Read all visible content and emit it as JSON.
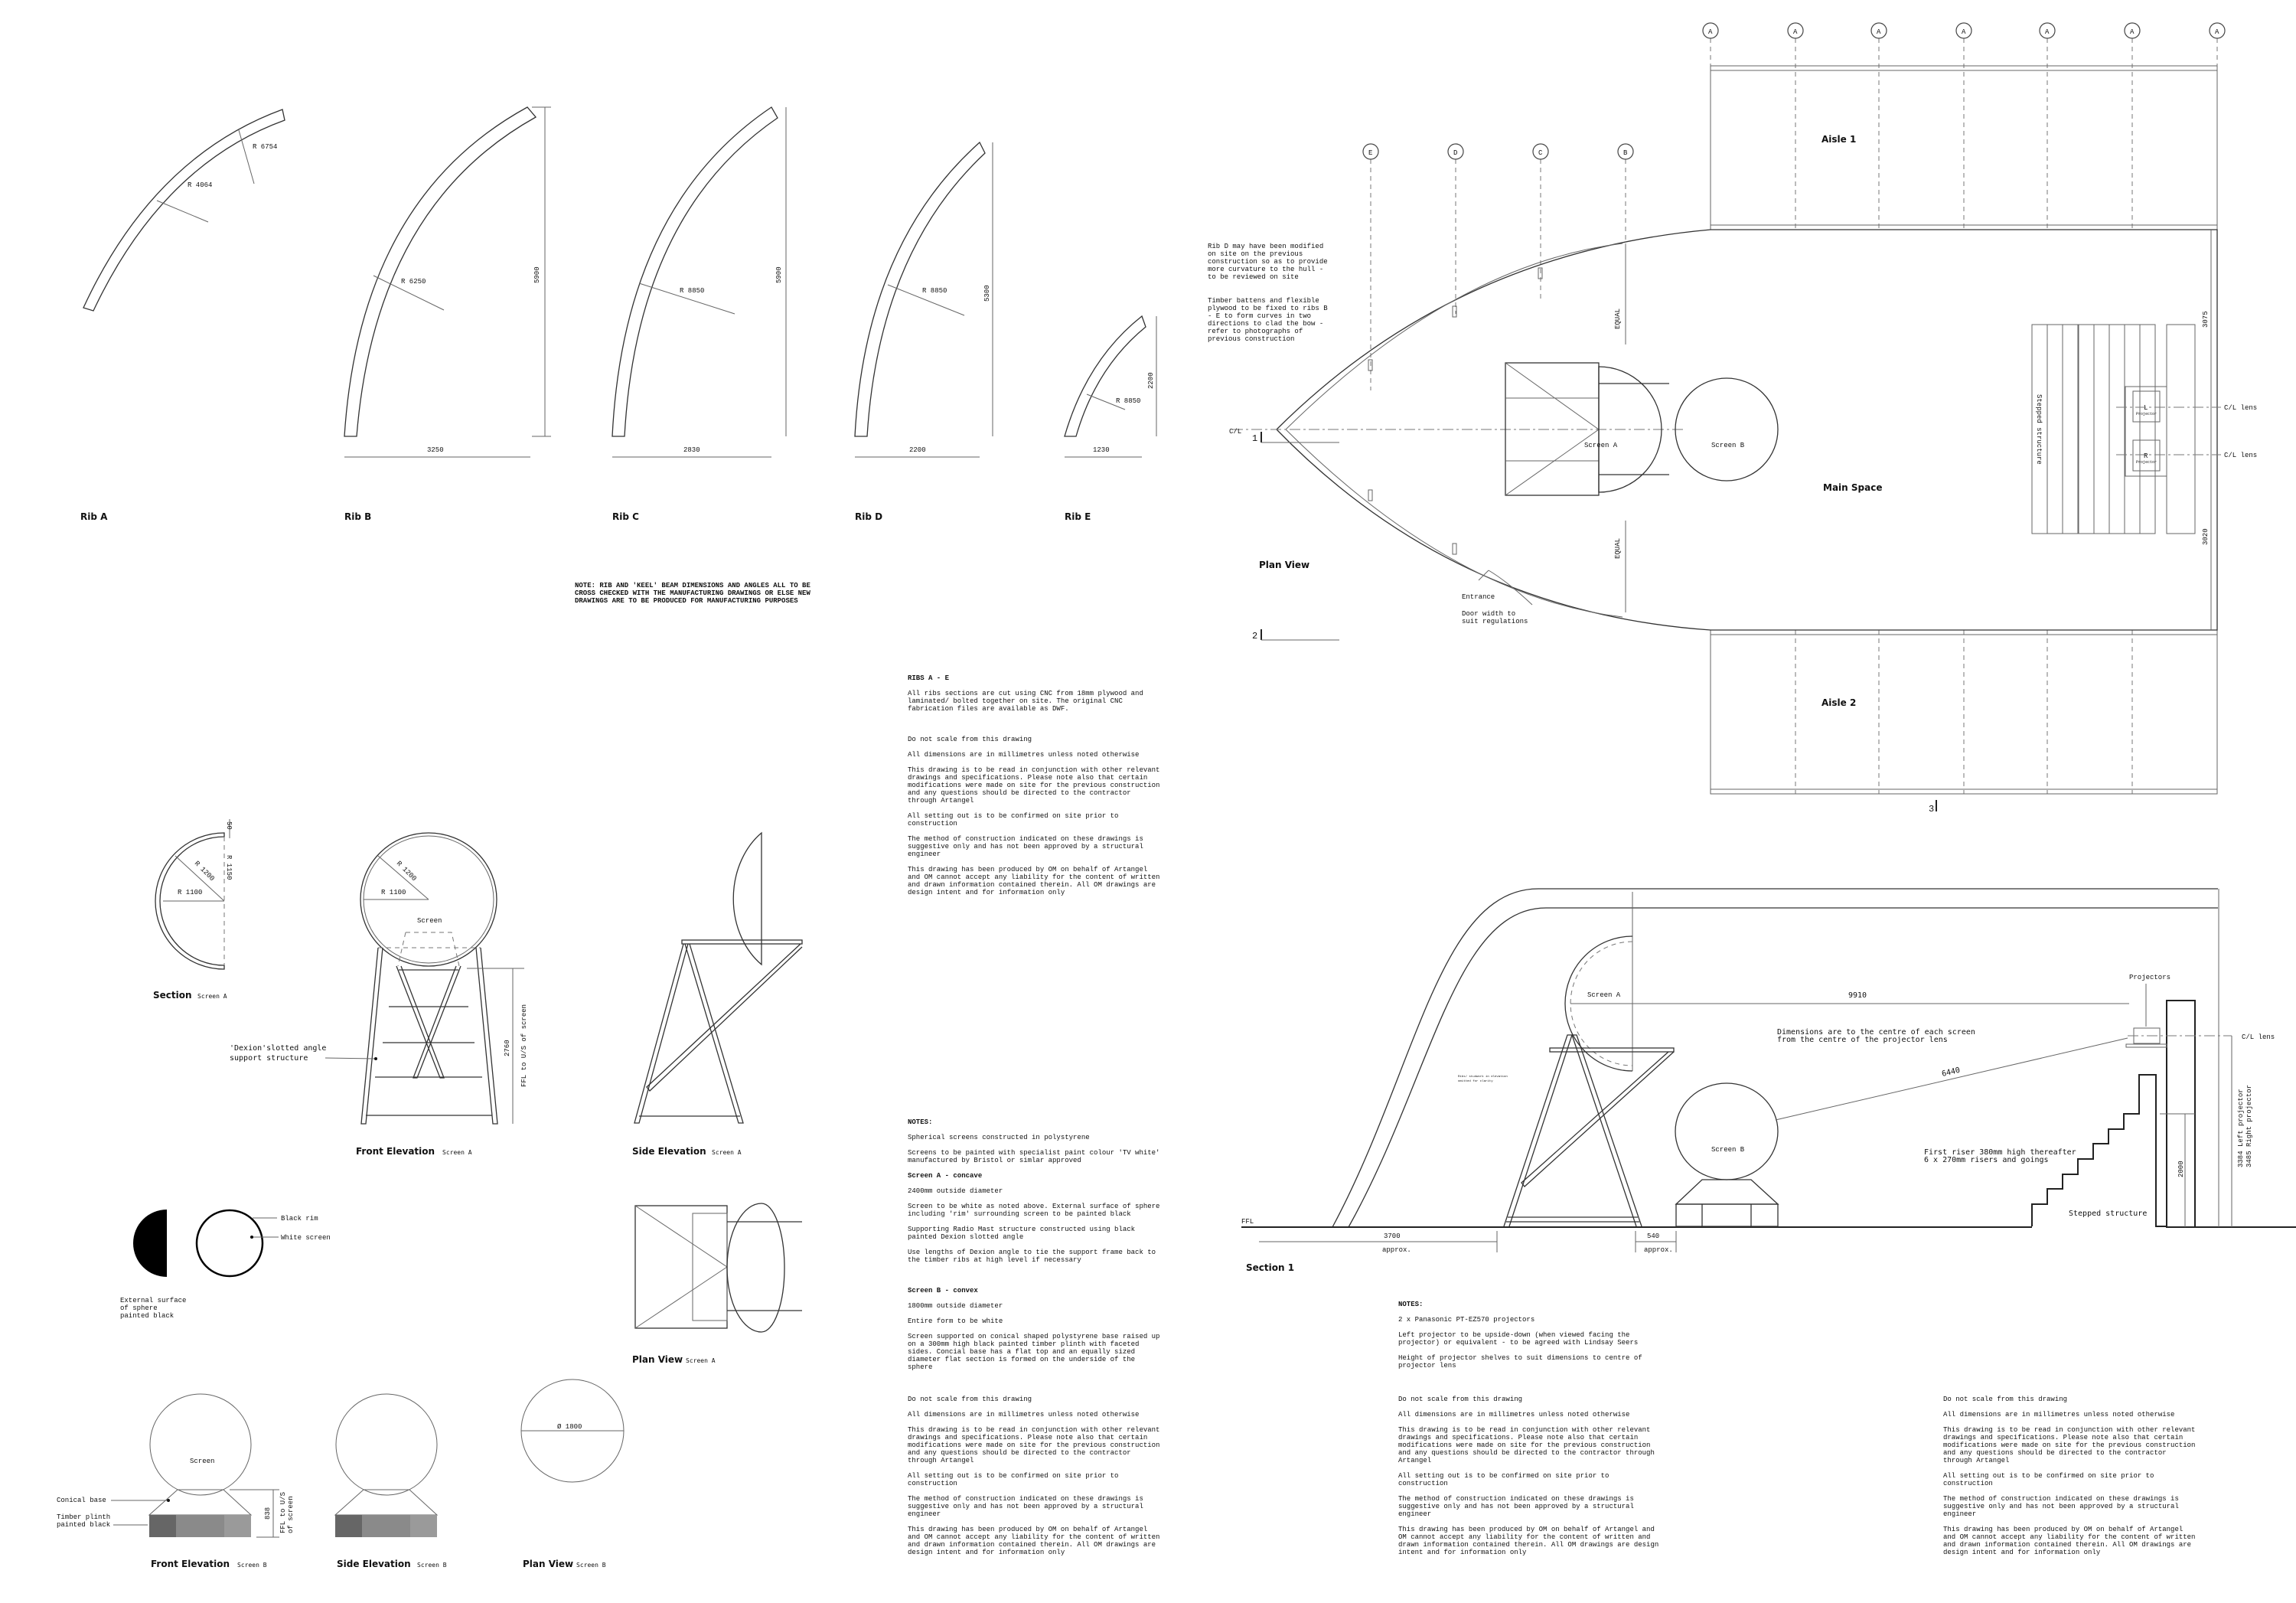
{
  "ribs": {
    "labels": [
      "Rib A",
      "Rib B",
      "Rib C",
      "Rib D",
      "Rib E"
    ],
    "rib_a": {
      "r1": "R 4064",
      "r2": "R 6754"
    },
    "rib_b": {
      "r": "R 6250",
      "h": "5900",
      "w": "3250"
    },
    "rib_c": {
      "r": "R 8850",
      "h": "5900",
      "w": "2830"
    },
    "rib_d": {
      "r": "R 8850",
      "h": "5300",
      "w": "2200"
    },
    "rib_e": {
      "r": "R 8850",
      "h": "2200",
      "w": "1230"
    },
    "note": [
      "NOTE: RIB AND 'KEEL' BEAM DIMENSIONS AND ANGLES ALL TO BE",
      "CROSS CHECKED WITH THE MANUFACTURING DRAWINGS OR ELSE NEW",
      "DRAWINGS ARE TO BE PRODUCED FOR MANUFACTURING PURPOSES"
    ]
  },
  "notes_ribs": [
    {
      "h": true,
      "lines": [
        "RIBS A - E"
      ]
    },
    {
      "lines": [
        "All ribs sections are cut using CNC from 18mm plywood and",
        "laminated/ bolted together on site.  The original CNC",
        "fabrication files are available as DWF."
      ],
      "gap": 3
    },
    {
      "lines": [
        "Do not scale from this drawing"
      ]
    },
    {
      "lines": [
        "All dimensions are in millimetres unless noted otherwise"
      ]
    },
    {
      "lines": [
        "This drawing is to be read in conjunction with other relevant",
        "drawings and specifications. Please note also that certain",
        "modifications were made on site for the previous construction",
        "and any questions should be directed to the contractor",
        "through Artangel"
      ]
    },
    {
      "lines": [
        "All setting out is to be confirmed on site prior to",
        "construction"
      ]
    },
    {
      "lines": [
        "The method of construction indicated on these drawings is",
        "suggestive only and has not been approved by a structural",
        "engineer"
      ]
    },
    {
      "lines": [
        "This drawing has been produced by OM on behalf of Artangel",
        "and OM cannot accept any liability for the content of written",
        "and drawn information contained therein. All OM drawings are",
        "design intent and for information only"
      ]
    }
  ],
  "notes_screens": [
    {
      "h": true,
      "lines": [
        "NOTES:"
      ]
    },
    {
      "lines": [
        "Spherical screens constructed in polystyrene"
      ]
    },
    {
      "lines": [
        "Screens to be painted with specialist paint colour 'TV white'",
        "manufactured by Bristol or simlar approved"
      ]
    },
    {
      "h": true,
      "lines": [
        "Screen A - concave"
      ]
    },
    {
      "lines": [
        "2400mm outside diameter"
      ]
    },
    {
      "lines": [
        "Screen to be white as noted above. External surface of sphere",
        "including 'rim' surrounding screen to be painted black"
      ]
    },
    {
      "lines": [
        "Supporting Radio Mast structure constructed using black",
        "painted Dexion slotted angle"
      ]
    },
    {
      "lines": [
        "Use lengths of Dexion angle to tie the support frame back to",
        "the timber ribs at high level if necessary"
      ],
      "gap": 3
    },
    {
      "h": true,
      "lines": [
        "Screen B - convex"
      ]
    },
    {
      "lines": [
        "1800mm outside diameter"
      ]
    },
    {
      "lines": [
        "Entire form to be white"
      ]
    },
    {
      "lines": [
        "Screen supported on conical shaped polystyrene base raised up",
        "on a 300mm high black painted timber plinth with faceted",
        "sides. Concial base has a flat top and an equally sized",
        "diameter flat section is formed on the underside of the",
        "sphere"
      ]
    }
  ],
  "notes_general_1": [
    {
      "lines": [
        "Do not scale from this drawing"
      ]
    },
    {
      "lines": [
        "All dimensions are in millimetres unless noted otherwise"
      ]
    },
    {
      "lines": [
        "This drawing is to be read in conjunction with other relevant",
        "drawings and specifications. Please note also that certain",
        "modifications were made on site for the previous construction",
        "and any questions should be directed to the contractor",
        "through Artangel"
      ]
    },
    {
      "lines": [
        "All setting out is to be confirmed on site prior to",
        "construction"
      ]
    },
    {
      "lines": [
        "The method of construction indicated on these drawings is",
        "suggestive only and has not been approved by a structural",
        "engineer"
      ]
    },
    {
      "lines": [
        "This drawing has been produced by OM on behalf of Artangel",
        "and OM cannot accept any liability for the content of written",
        "and drawn information contained therein. All OM drawings are",
        "design intent and for information only"
      ]
    }
  ],
  "notes_projectors": [
    {
      "h": true,
      "lines": [
        "NOTES:"
      ]
    },
    {
      "lines": [
        "2 x Panasonic PT-EZ570 projectors"
      ]
    },
    {
      "lines": [
        "Left projector to be upside-down (when viewed facing the",
        "projector) or equivalent - to be agreed with Lindsay Seers"
      ]
    },
    {
      "lines": [
        "Height of projector shelves to suit dimensions to centre of",
        "projector lens"
      ]
    }
  ],
  "notes_general_2": [
    {
      "lines": [
        "Do not scale from this drawing"
      ]
    },
    {
      "lines": [
        "All dimensions are in millimetres unless noted otherwise"
      ]
    },
    {
      "lines": [
        "This drawing is to be read in conjunction with other relevant",
        "drawings and specifications. Please note also that certain",
        "modifications were made on site for the previous construction",
        "and any questions should be directed to the contractor through",
        "Artangel"
      ]
    },
    {
      "lines": [
        "All setting out is to be confirmed on site prior to",
        "construction"
      ]
    },
    {
      "lines": [
        "The method of construction indicated on these drawings is",
        "suggestive only and has not been approved by a structural",
        "engineer"
      ]
    },
    {
      "lines": [
        "This drawing has been produced by OM on behalf of Artangel and",
        "OM cannot accept any liability for the content of written and",
        "drawn information contained therein. All OM drawings are design",
        "intent and for information only"
      ]
    }
  ],
  "notes_general_3": [
    {
      "lines": [
        "Do not scale from this drawing"
      ]
    },
    {
      "lines": [
        "All dimensions are in millimetres unless noted otherwise"
      ]
    },
    {
      "lines": [
        "This drawing is to be read in conjunction with other relevant",
        "drawings and specifications. Please note also that certain",
        "modifications were made on site for the previous construction",
        "and any questions should be directed to the contractor",
        "through Artangel"
      ]
    },
    {
      "lines": [
        "All setting out is to be confirmed on site prior to",
        "construction"
      ]
    },
    {
      "lines": [
        "The method of construction indicated on these drawings is",
        "suggestive only and has not been approved by a structural",
        "engineer"
      ]
    },
    {
      "lines": [
        "This drawing has been produced by OM on behalf of Artangel",
        "and OM cannot accept any liability for the content of written",
        "and drawn information contained therein. All OM drawings are",
        "design intent and for information only"
      ]
    }
  ],
  "plan": {
    "title": "Plan View",
    "grid_a": [
      "A",
      "A",
      "A",
      "A",
      "A",
      "A",
      "A"
    ],
    "grid_edcb": [
      "E",
      "D",
      "C",
      "B"
    ],
    "aisle1": "Aisle 1",
    "aisle2": "Aisle 2",
    "main_space": "Main Space",
    "screen_a": "Screen A",
    "screen_b": "Screen B",
    "stepped": "Stepped structure",
    "proj_l": "L",
    "proj_r": "R",
    "projector": "Projector",
    "cl_lens": "C/L lens",
    "cl": "C/L",
    "equal": "EQUAL",
    "dim_top": "3075",
    "dim_bottom": "3020",
    "entrance": "Entrance",
    "door_note": [
      "Door width to",
      "suit regulations"
    ],
    "marker_1": "1",
    "marker_2": "2",
    "marker_3": "3",
    "rib_d_note": [
      "Rib D may have been modified",
      "on site on the previous",
      "construction so as to provide",
      "more curvature to the hull -",
      "to be reviewed on site"
    ],
    "battens_note": [
      "Timber battens and flexible",
      "plywood to be fixed to ribs B",
      "- E to form curves in two",
      "directions to clad the bow -",
      "refer to photographs of",
      "previous construction"
    ]
  },
  "section1": {
    "title": "Section 1",
    "ffl": "FFL",
    "screen_a": "Screen A",
    "screen_b": "Screen B",
    "dim_9910": "9910",
    "dim_6440": "6440",
    "dims_note": [
      "Dimensions are to the centre of each screen",
      "from the centre of the projector lens"
    ],
    "projectors": "Projectors",
    "cl_lens": "C/L lens",
    "proj_height": [
      "3384 Left projector",
      "3485 Right projector"
    ],
    "dim_2000": "2000",
    "riser_note": [
      "First riser 380mm high thereafter",
      "6 x 270mm risers and goings"
    ],
    "stepped": "Stepped structure",
    "studwork_note": [
      "Ribs/ studwork in elevation",
      "omitted for clarity"
    ],
    "dim_3700": "3700",
    "dim_540": "540",
    "approx": "approx."
  },
  "screen_a_views": {
    "section_title": "Section",
    "section_sub": "Screen A",
    "r1100": "R 1100",
    "r1200": "R 1200",
    "r1150": "R 1150",
    "d50": "50",
    "front_title": "Front Elevation",
    "front_sub": "Screen A",
    "screen": "Screen",
    "dexion": [
      "'Dexion'slotted angle",
      "support structure"
    ],
    "dim_2760": "2760",
    "ffl_note": "FFL to U/S of screen",
    "side_title": "Side Elevation",
    "side_sub": "Screen A",
    "plan_title": "Plan View",
    "plan_sub": "Screen A",
    "black_rim": "Black rim",
    "white_screen": "White screen",
    "external_note": [
      "External surface",
      "of sphere",
      "painted black"
    ]
  },
  "screen_b_views": {
    "screen": "Screen",
    "conical_base": "Conical base",
    "plinth": [
      "Timber plinth",
      "painted black"
    ],
    "dim_838": "838",
    "ffl_note": [
      "FFL to U/S",
      "of screen"
    ],
    "front_title": "Front Elevation",
    "front_sub": "Screen B",
    "side_title": "Side Elevation",
    "side_sub": "Screen B",
    "plan_title": "Plan View",
    "plan_sub": "Screen B",
    "diameter": "Ø 1800"
  },
  "colors": {
    "line": "#333333",
    "plinth_dark": "#666666",
    "plinth_mid": "#8a8a8a",
    "plinth_light": "#9a9a9a"
  }
}
